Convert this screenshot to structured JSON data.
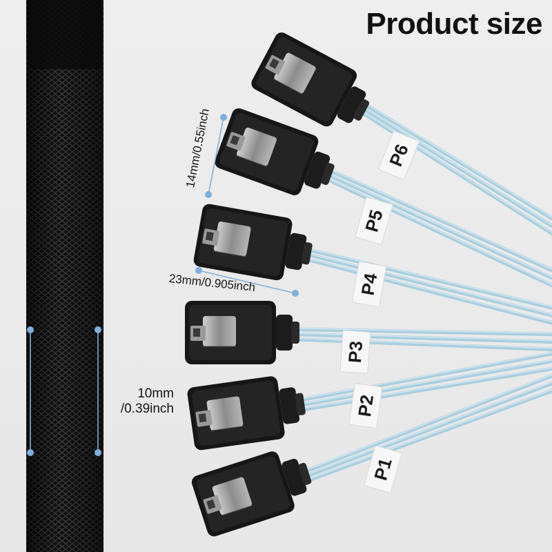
{
  "title": "Product size",
  "dimensions": {
    "connector_width": "14mm/0.55inch",
    "connector_length": "23mm/0.905inch",
    "sleeve_diameter_line1": "10mm",
    "sleeve_diameter_line2": "/0.39inch"
  },
  "port_labels": [
    "P6",
    "P5",
    "P4",
    "P3",
    "P2",
    "P1"
  ],
  "colors": {
    "background": "#ebebeb",
    "sleeve": "#141414",
    "connector": "#161616",
    "cable": "#a9cfe0",
    "dimension_line": "#7fb0dc"
  }
}
